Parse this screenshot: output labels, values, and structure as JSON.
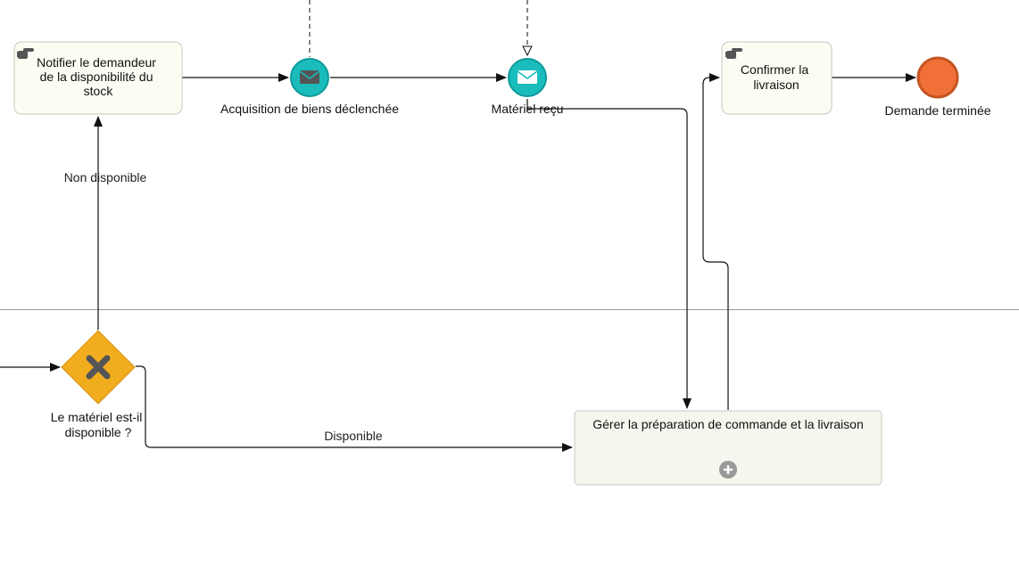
{
  "diagram": {
    "tasks": {
      "notify": {
        "line1": "Notifier le demandeur",
        "line2": "de la disponibilité du",
        "line3": "stock",
        "icon": "hand-pointer-icon"
      },
      "confirm": {
        "line1": "Confirmer la",
        "line2": "livraison",
        "icon": "hand-pointer-icon"
      },
      "manage": {
        "label": "Gérer la préparation de commande et la livraison",
        "icon": "plus-circle-icon"
      }
    },
    "events": {
      "acquisition": {
        "label": "Acquisition de biens déclenchée",
        "icon": "envelope-icon"
      },
      "received": {
        "label": "Matériel reçu",
        "icon": "envelope-icon"
      },
      "end": {
        "label": "Demande terminée"
      }
    },
    "gateway": {
      "line1": "Le matériel est-il",
      "line2": "disponible ?",
      "icon": "x-icon"
    },
    "flows": {
      "not_available": "Non disponible",
      "available": "Disponible"
    }
  },
  "colors": {
    "task_fill": "#fdfcf3",
    "task_stroke": "#c8c8c0",
    "subprocess_fill": "#f7f6ee",
    "event_teal": "#1abcbc",
    "event_teal_dark": "#0e9a9a",
    "end_event": "#f07038",
    "end_event_stroke": "#c45522",
    "gateway": "#f2ad1f",
    "gateway_stroke": "#d49114",
    "icon_gray": "#555555",
    "lane_line": "#999999"
  }
}
